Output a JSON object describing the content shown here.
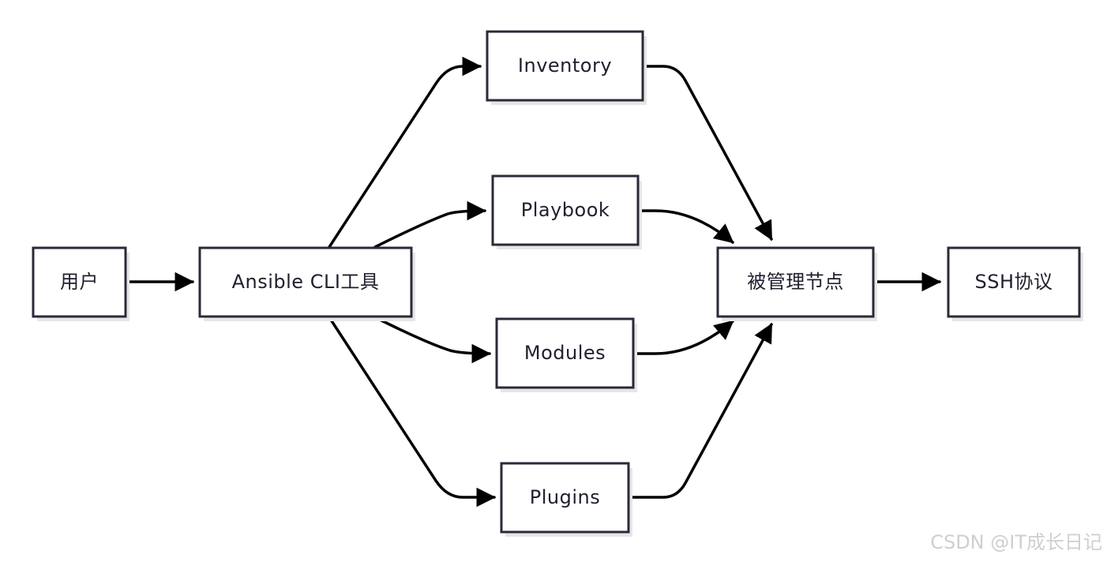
{
  "nodes": {
    "user": "用户",
    "cli": "Ansible CLI工具",
    "inventory": "Inventory",
    "playbook": "Playbook",
    "modules": "Modules",
    "plugins": "Plugins",
    "managed": "被管理节点",
    "ssh": "SSH协议"
  },
  "edges": [
    {
      "from": "user",
      "to": "cli"
    },
    {
      "from": "cli",
      "to": "inventory"
    },
    {
      "from": "cli",
      "to": "playbook"
    },
    {
      "from": "cli",
      "to": "modules"
    },
    {
      "from": "cli",
      "to": "plugins"
    },
    {
      "from": "inventory",
      "to": "managed"
    },
    {
      "from": "playbook",
      "to": "managed"
    },
    {
      "from": "modules",
      "to": "managed"
    },
    {
      "from": "plugins",
      "to": "managed"
    },
    {
      "from": "managed",
      "to": "ssh"
    }
  ],
  "watermark": "CSDN @IT成长日记",
  "colors": {
    "node_border": "#2a2a3a",
    "edge": "#000000",
    "watermark": "#cfcfcf"
  }
}
